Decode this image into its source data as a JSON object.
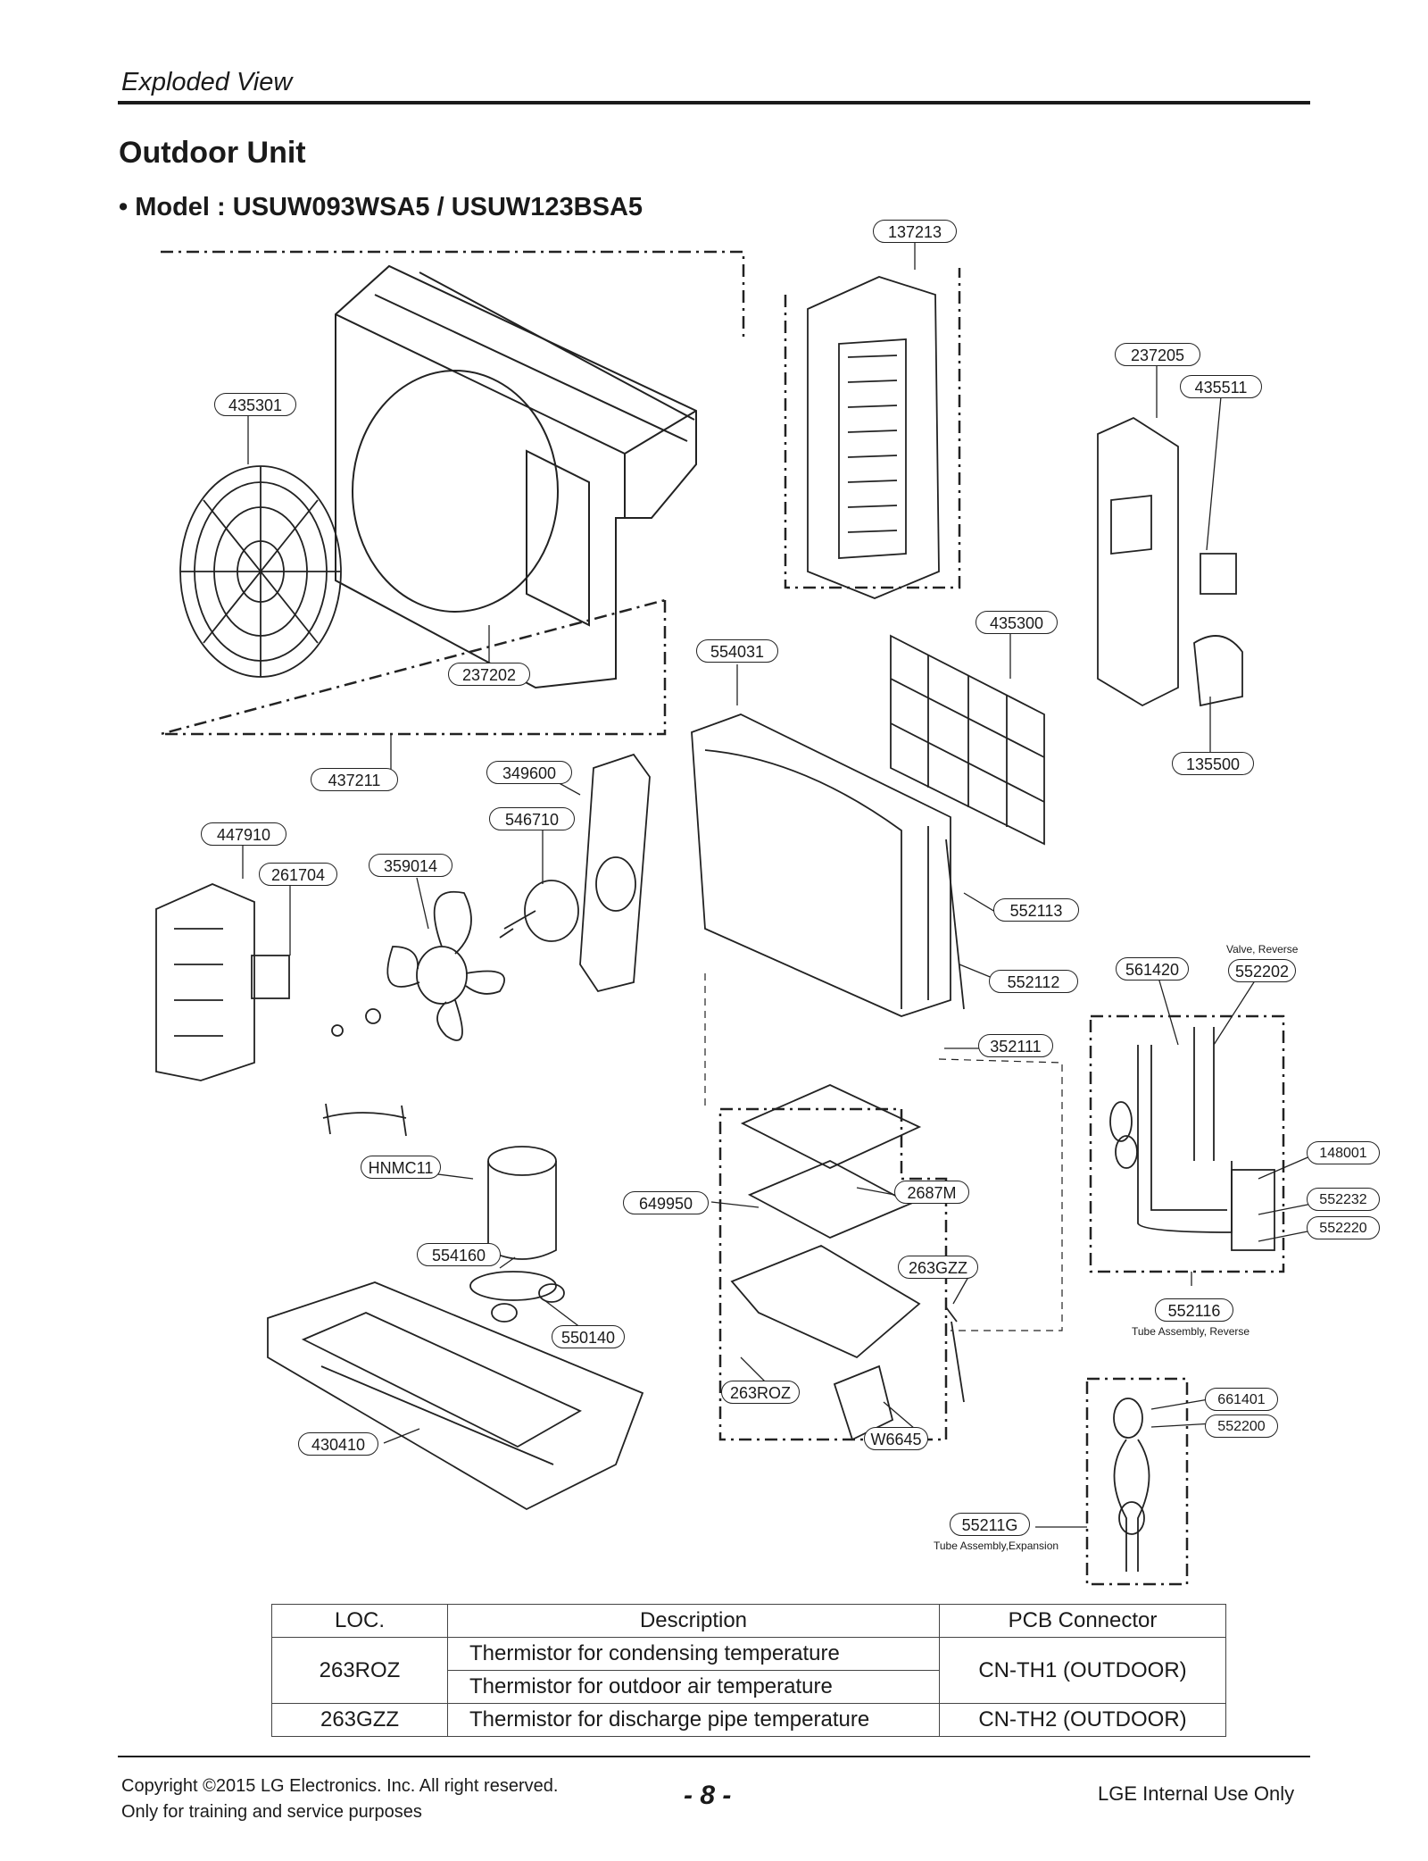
{
  "header": {
    "section": "Exploded View"
  },
  "title": "Outdoor Unit",
  "model": "• Model : USUW093WSA5 / USUW123BSA5",
  "parts": {
    "p137213": "137213",
    "p237205": "237205",
    "p435511": "435511",
    "p435301": "435301",
    "p237202": "237202",
    "p435300": "435300",
    "p554031": "554031",
    "p135500": "135500",
    "p437211": "437211",
    "p349600": "349600",
    "p546710": "546710",
    "p447910": "447910",
    "p261704": "261704",
    "p359014": "359014",
    "p552113": "552113",
    "p552112": "552112",
    "p561420": "561420",
    "p552202": "552202",
    "p352111": "352111",
    "p148001": "148001",
    "p552232": "552232",
    "p552220": "552220",
    "pHNMC11": "HNMC11",
    "p2687M": "2687M",
    "p649950": "649950",
    "p554160": "554160",
    "p263GZZ": "263GZZ",
    "p552116": "552116",
    "p550140": "550140",
    "p263ROZ": "263ROZ",
    "p661401": "661401",
    "p552200": "552200",
    "p430410": "430410",
    "pW6645": "W6645",
    "p55211G": "55211G"
  },
  "captions": {
    "valve_reverse": "Valve, Reverse",
    "tube_reverse": "Tube Assembly, Reverse",
    "tube_expansion": "Tube Assembly,Expansion"
  },
  "table": {
    "headers": [
      "LOC.",
      "Description",
      "PCB Connector"
    ],
    "rows": [
      {
        "loc": "263ROZ",
        "desc1": "Thermistor for condensing temperature",
        "desc2": "Thermistor for outdoor air temperature",
        "connector": "CN-TH1 (OUTDOOR)"
      },
      {
        "loc": "263GZZ",
        "desc": "Thermistor for discharge pipe temperature",
        "connector": "CN-TH2 (OUTDOOR)"
      }
    ]
  },
  "footer": {
    "copyright": "Copyright ©2015 LG Electronics. Inc. All right reserved.",
    "purpose": "Only for training and service purposes",
    "page": "- 8 -",
    "internal": "LGE Internal Use Only"
  }
}
